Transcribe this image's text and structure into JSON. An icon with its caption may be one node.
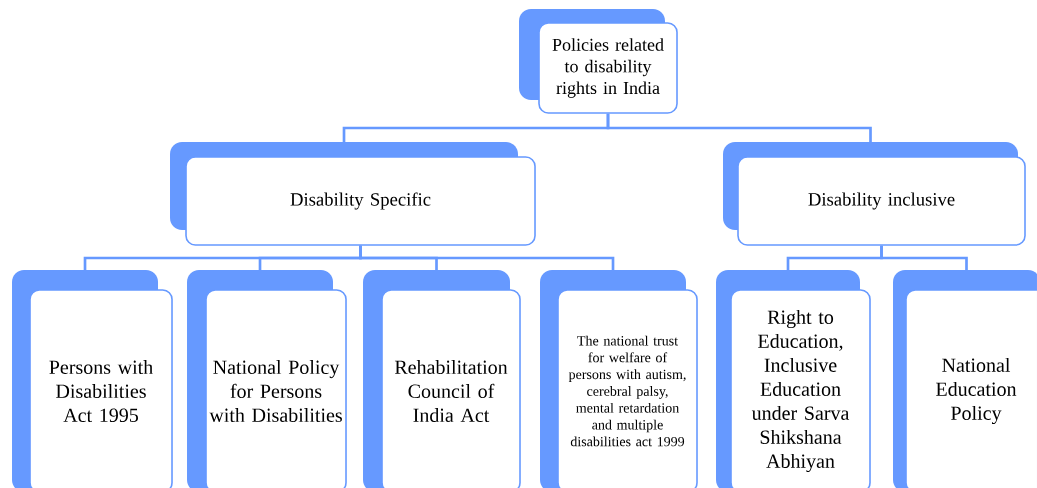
{
  "diagram": {
    "nodes": [
      {
        "text": [
          "Policies related to disability rights in India"
        ]
      },
      {
        "text": [
          "Disability Specific"
        ]
      },
      {
        "text": [
          "Disability inclusive"
        ]
      },
      {
        "text": [
          "Persons with Disabilities Act 1995"
        ]
      },
      {
        "text": [
          "National Policy for Persons with Disabilities"
        ]
      },
      {
        "text": [
          "Rehabilitation Council of India Act"
        ]
      },
      {
        "text": [
          "The national trust for welfare of persons with autism, cerebral palsy, mental retardation and multiple disabilities act 1999"
        ]
      },
      {
        "text": [
          "Right to Education, Inclusive Education under Sarva Shikshana Abhiyan"
        ]
      },
      {
        "text": [
          "National Education Policy"
        ]
      }
    ],
    "edges": [
      {
        "from": 0,
        "to": 1,
        "arrow": "none"
      },
      {
        "from": 0,
        "to": 2,
        "arrow": "none"
      },
      {
        "from": 1,
        "to": 3,
        "arrow": "none"
      },
      {
        "from": 1,
        "to": 4,
        "arrow": "none"
      },
      {
        "from": 1,
        "to": 5,
        "arrow": "none"
      },
      {
        "from": 1,
        "to": 6,
        "arrow": "none"
      },
      {
        "from": 2,
        "to": 7,
        "arrow": "none"
      },
      {
        "from": 2,
        "to": 8,
        "arrow": "none"
      }
    ]
  }
}
